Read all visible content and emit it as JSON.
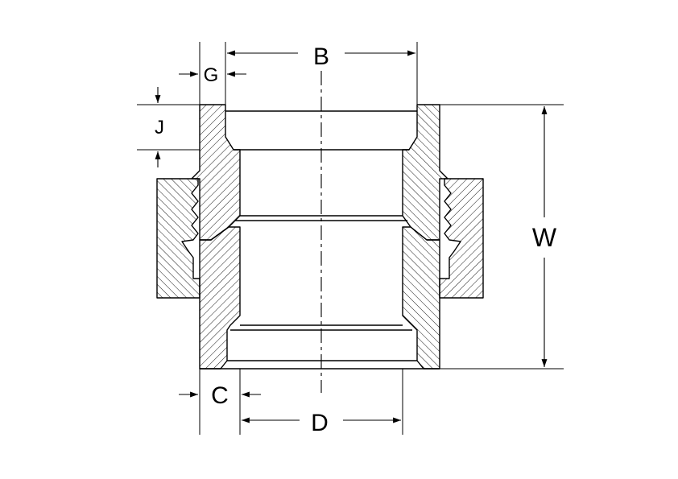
{
  "diagram": {
    "labels": {
      "B": "B",
      "G": "G",
      "J": "J",
      "W": "W",
      "C": "C",
      "D": "D"
    },
    "colors": {
      "line": "#000000",
      "background": "#ffffff"
    }
  }
}
